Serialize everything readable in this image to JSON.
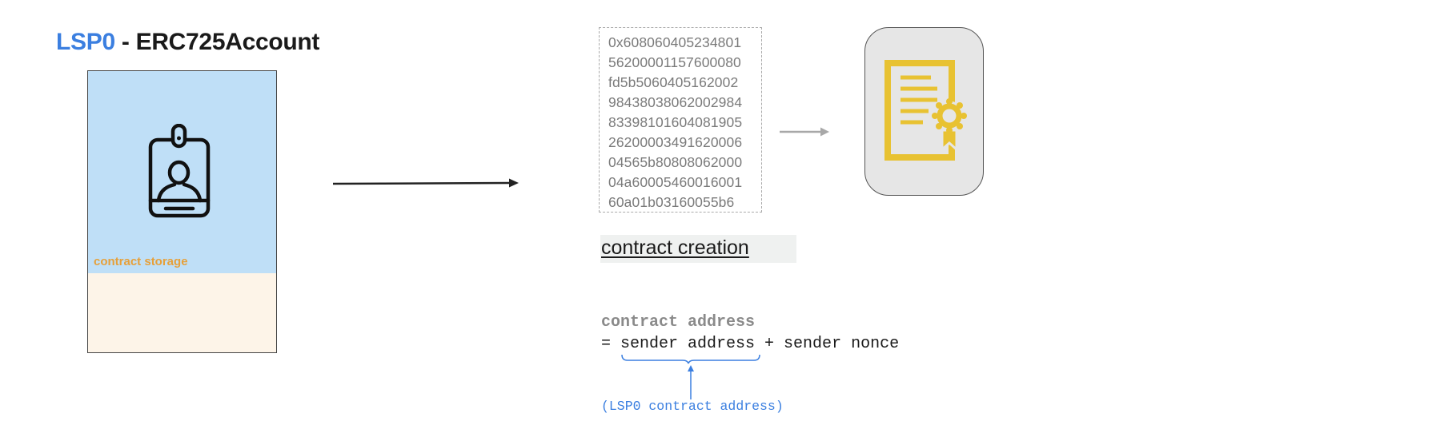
{
  "title": {
    "prefix": "LSP0",
    "suffix": " - ERC725Account"
  },
  "account": {
    "storage_label": "contract storage"
  },
  "bytecode": {
    "lines": [
      "0x608060405234801",
      "56200001157600080",
      "fd5b5060405162002",
      "98438038062002984",
      "83398101604081905",
      "26200003491620006",
      "04565b80808062000",
      "04a60005460016001",
      "60a01b03160055b6"
    ]
  },
  "creation_label": "contract creation",
  "formula": {
    "title": "contract address",
    "equals": "= ",
    "sender": "sender address",
    "rest": " + sender nonce",
    "note": "(LSP0 contract address)"
  },
  "colors": {
    "accent": "#3b7fe0",
    "storage_top": "#bfdff7",
    "storage_bottom": "#fdf4e8",
    "storage_label": "#e6a03a",
    "certificate": "#e8c232",
    "tile": "#e6e6e6"
  },
  "icons": {
    "account": "id-badge-icon",
    "contract": "certificate-icon"
  }
}
